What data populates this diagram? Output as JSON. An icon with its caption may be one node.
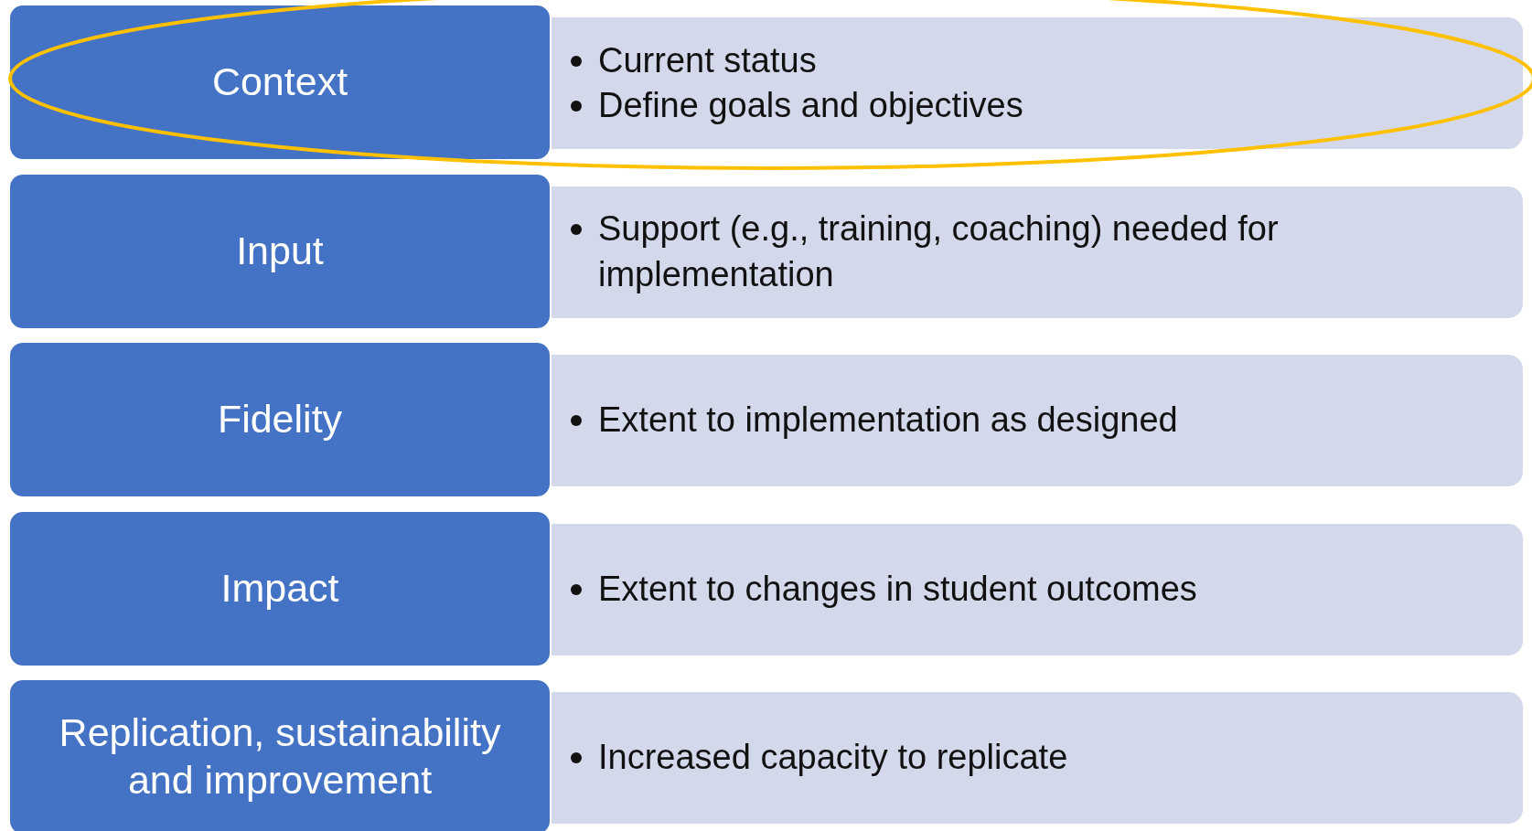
{
  "diagram": {
    "nodes": [
      {
        "text": [
          "Context"
        ]
      },
      {
        "text": [
          "Current status",
          "Define goals and objectives"
        ]
      },
      {
        "text": [
          "Input"
        ]
      },
      {
        "text": [
          "Support (e.g., training, coaching) needed for implementation"
        ]
      },
      {
        "text": [
          "Fidelity"
        ]
      },
      {
        "text": [
          "Extent to implementation as designed"
        ]
      },
      {
        "text": [
          "Impact"
        ]
      },
      {
        "text": [
          "Extent to changes in student outcomes"
        ]
      },
      {
        "text": [
          "Replication, sustainability and improvement"
        ]
      },
      {
        "text": [
          "Increased capacity to replicate"
        ]
      }
    ]
  }
}
